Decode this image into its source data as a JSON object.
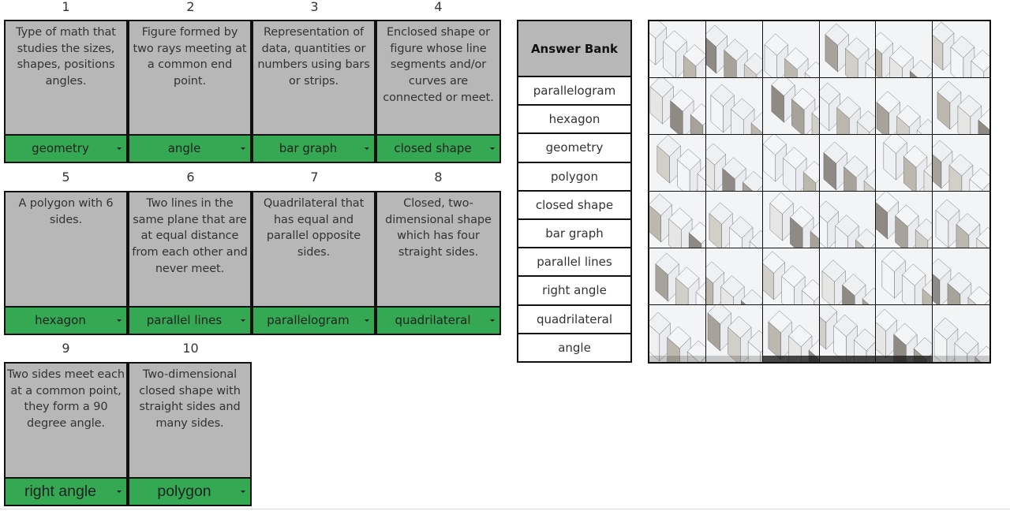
{
  "puzzle": {
    "cards": [
      {
        "number": "1",
        "description": "Type of math  that studies the sizes, shapes, positions angles.",
        "answer": "geometry"
      },
      {
        "number": "2",
        "description": "Figure formed by two rays meeting at a common end point.",
        "answer": "angle"
      },
      {
        "number": "3",
        "description": "Representation of data, quantities or numbers using bars or strips.",
        "answer": "bar graph"
      },
      {
        "number": "4",
        "description": "Enclosed shape or figure whose line segments and/or curves are connected or meet.",
        "answer": "closed shape"
      },
      {
        "number": "5",
        "description": "A polygon with 6 sides.",
        "answer": "hexagon"
      },
      {
        "number": "6",
        "description": "Two lines in the same plane that are at equal distance from each other and never meet.",
        "answer": "parallel lines"
      },
      {
        "number": "7",
        "description": "Quadrilateral that has equal and parallel opposite sides.",
        "answer": "parallelogram"
      },
      {
        "number": "8",
        "description": "Closed, two-dimensional shape which has four straight sides.",
        "answer": "quadrilateral"
      },
      {
        "number": "9",
        "description": "Two sides meet each at a common point, they form a 90 degree angle.",
        "answer": "right angle"
      },
      {
        "number": "10",
        "description": "Two-dimensional closed shape with straight sides and many sides.",
        "answer": "polygon"
      }
    ],
    "answer_color": "#34a853",
    "description_color": "#b7b7b7"
  },
  "answer_bank": {
    "title": "Answer Bank",
    "items": [
      "parallelogram",
      "hexagon",
      "geometry",
      "polygon",
      "closed shape",
      "bar graph",
      "parallel lines",
      "right angle",
      "quadrilateral",
      "angle"
    ]
  },
  "mosaic": {
    "rows": 6,
    "cols": 6,
    "subject": "white geometric architectural facade"
  }
}
